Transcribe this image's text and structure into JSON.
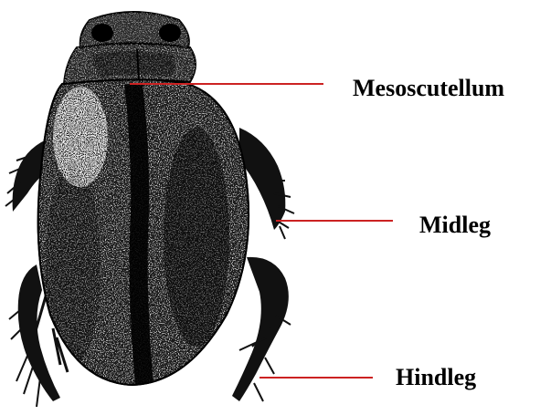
{
  "labels": {
    "mesoscutellum": "Mesoscutellum",
    "midleg": "Midleg",
    "hindleg": "Hindleg"
  },
  "colors": {
    "leader_line": "#cc2222",
    "ink": "#111111",
    "speckle_light": "#ffffff",
    "background": "#ffffff"
  },
  "illustration": {
    "subject": "water beetle, dorsal view",
    "style": "stippled black ink drawing"
  }
}
